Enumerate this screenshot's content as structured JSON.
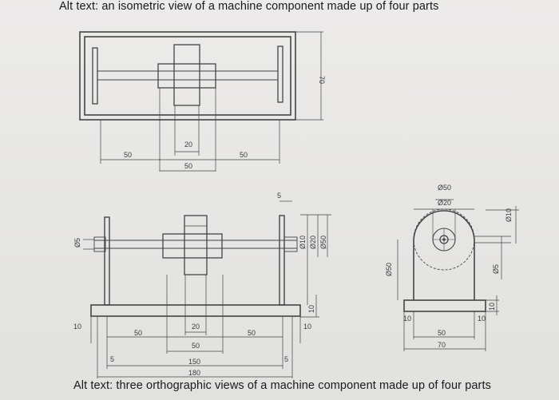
{
  "captions": {
    "top": "Alt text: an isometric view of a machine component made up of four parts",
    "bottom": "Alt text: three orthographic views of a machine component made up of four parts"
  },
  "top_view": {
    "dims": {
      "left": "50",
      "center_inner": "20",
      "center_outer": "50",
      "right": "50",
      "height": "70"
    }
  },
  "front_view": {
    "dims": {
      "left_10": "10",
      "left_50": "50",
      "mid_20": "20",
      "mid_50": "50",
      "right_50": "50",
      "right_10": "10",
      "total_150": "150",
      "total_180": "180",
      "top_5": "5",
      "phi5": "Ø5",
      "phi10": "Ø10",
      "phi20": "Ø20",
      "phi50": "Ø50",
      "base_10": "10",
      "left_5": "5",
      "right_5": "5"
    }
  },
  "side_view": {
    "dims": {
      "phi50": "Ø50",
      "phi20": "Ø20",
      "phi50_left": "Ø50",
      "phi10": "Ø10",
      "phi5": "Ø5",
      "base_10_left": "10",
      "base_10_right": "10",
      "base_10_side": "10",
      "w50": "50",
      "w70": "70"
    }
  }
}
